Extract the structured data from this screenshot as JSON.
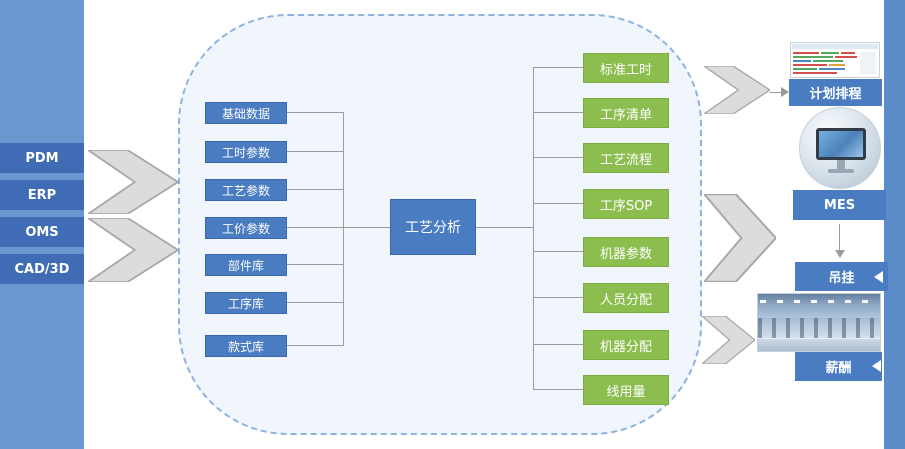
{
  "left_panel": {
    "items": [
      "PDM",
      "ERP",
      "OMS",
      "CAD/3D"
    ]
  },
  "analysis_area": {
    "inputs": [
      "基础数据",
      "工时参数",
      "工艺参数",
      "工价参数",
      "部件库",
      "工序库",
      "款式库"
    ],
    "center_label": "工艺分析",
    "outputs": [
      "标准工时",
      "工序清单",
      "工艺流程",
      "工序SOP",
      "机器参数",
      "人员分配",
      "机器分配",
      "线用量"
    ]
  },
  "right_panel": {
    "plan_label": "计划排程",
    "mes_label": "MES",
    "hanging_label": "吊挂",
    "salary_label": "薪酬"
  },
  "images": {
    "schedule_screenshot": "gantt-schedule-thumbnail",
    "monitor_photo": "mes-terminal-monitor",
    "factory_photo": "sewing-line-factory"
  },
  "colors": {
    "panel_blue": "#3f6cb5",
    "strip_blue": "#6b97d0",
    "node_blue": "#4a7cc2",
    "node_green": "#8cbe4f",
    "capsule_border": "#8fb3e0",
    "connector_gray": "#9b9b9b"
  }
}
